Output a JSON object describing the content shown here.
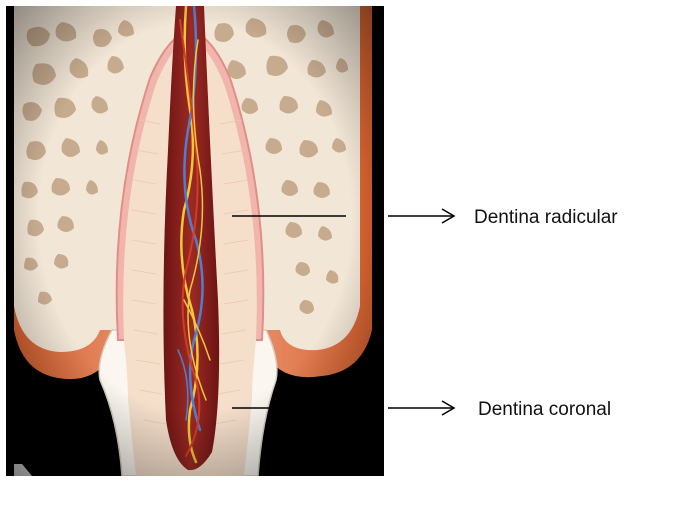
{
  "labels": [
    {
      "id": "radicular",
      "text": "Dentina radicular"
    },
    {
      "id": "coronal",
      "text": "Dentina coronal"
    }
  ],
  "colors": {
    "frame": "#000000",
    "bone": "#f2e6d6",
    "bone_pores": "#c7ab8f",
    "gum": "#e59b7a",
    "gum_edge": "#d9622e",
    "periodontal_ligament": "#f1b5ae",
    "dentin": "#f5dfcb",
    "enamel": "#fbf7f0",
    "pulp": "#8a1e1e",
    "vessel_yellow": "#f0c63a",
    "vessel_blue": "#4f7fd2",
    "vessel_red": "#d43a2a",
    "leader_line": "#000000"
  },
  "icons": [
    "right-arrow-icon",
    "right-arrow-icon"
  ]
}
